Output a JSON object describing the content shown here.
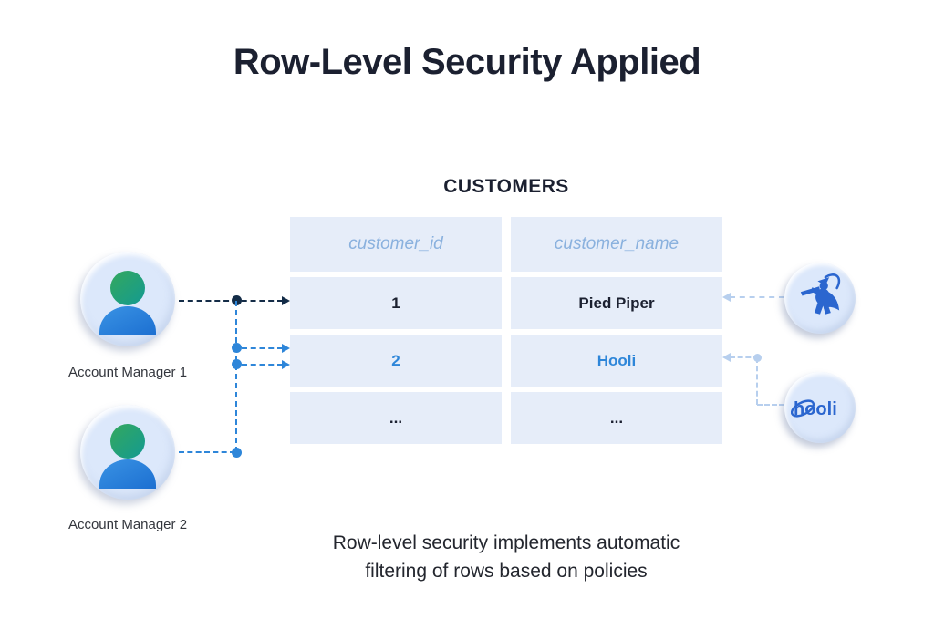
{
  "title": "Row-Level Security Applied",
  "table": {
    "title": "CUSTOMERS",
    "columns": [
      "customer_id",
      "customer_name"
    ],
    "rows": [
      {
        "customer_id": "1",
        "customer_name": "Pied Piper"
      },
      {
        "customer_id": "2",
        "customer_name": "Hooli"
      },
      {
        "customer_id": "...",
        "customer_name": "..."
      }
    ]
  },
  "actors": [
    {
      "label": "Account Manager 1"
    },
    {
      "label": "Account Manager 2"
    }
  ],
  "logos": {
    "pied_piper": {
      "name": "Pied Piper logo"
    },
    "hooli": {
      "name": "Hooli logo",
      "text": "hooli"
    }
  },
  "caption": {
    "line1": "Row-level security implements automatic",
    "line2": "filtering of rows based on policies"
  },
  "colors": {
    "dark-arrow": "#142c47",
    "blue-arrow": "#2e86d9",
    "light-arrow": "#b7cfee",
    "cell-bg": "#e6edf9",
    "header-text": "#8ab1de",
    "blue-text": "#2e86d9",
    "dark-text": "#1b2030",
    "logo-blue": "#2b66cf",
    "avatar-bg": "#dce8fb"
  }
}
